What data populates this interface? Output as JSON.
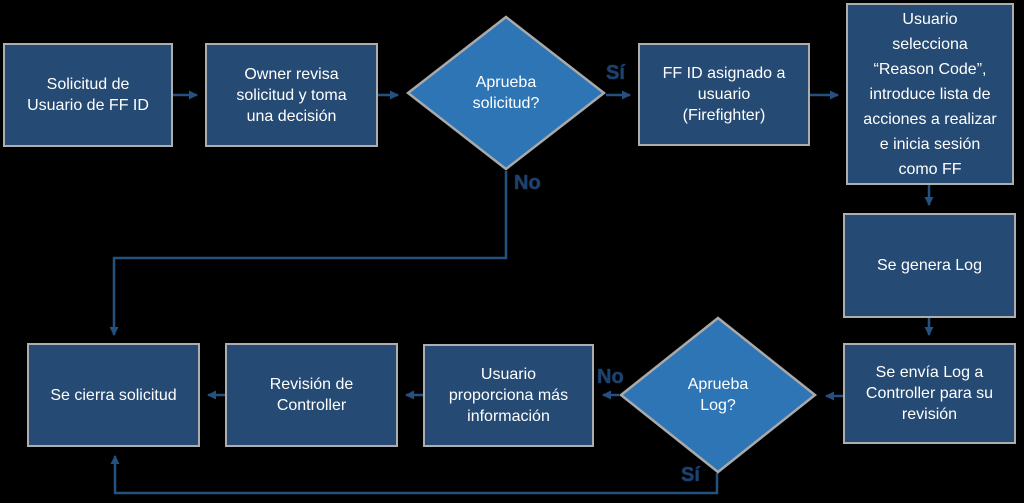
{
  "diagram": {
    "title": "FF ID request and approval flowchart",
    "background": "#000000",
    "colors": {
      "process_fill": "#254a73",
      "process_border": "#aeaeae",
      "decision_fill": "#2e75b6",
      "decision_border": "#a9a9a9",
      "arrow": "#24517f",
      "edge_label_text": "#1d4270",
      "node_text": "#ffffff"
    },
    "nodes": [
      {
        "id": "solicitud-usuario",
        "type": "process",
        "label": "Solicitud de\nUsuario de FF ID"
      },
      {
        "id": "owner-revisa",
        "type": "process",
        "label": "Owner revisa\nsolicitud y toma\nuna decisión"
      },
      {
        "id": "aprueba-solicitud",
        "type": "decision",
        "label": "Aprueba\nsolicitud?"
      },
      {
        "id": "ffid-asignado",
        "type": "process",
        "label": "FF ID asignado a\nusuario\n(Firefighter)"
      },
      {
        "id": "usuario-selecciona",
        "type": "process",
        "label": "Usuario\nselecciona\n“Reason Code”,\nintroduce lista de\nacciones a realizar\ne inicia sesión\ncomo FF"
      },
      {
        "id": "se-genera-log",
        "type": "process",
        "label": "Se genera Log"
      },
      {
        "id": "se-envia-log",
        "type": "process",
        "label": "Se envía Log a\nController para su\nrevisión"
      },
      {
        "id": "aprueba-log",
        "type": "decision",
        "label": "Aprueba\nLog?"
      },
      {
        "id": "usuario-proporciona",
        "type": "process",
        "label": "Usuario\nproporciona más\ninformación"
      },
      {
        "id": "revision-controller",
        "type": "process",
        "label": "Revisión de\nController"
      },
      {
        "id": "se-cierra-solicitud",
        "type": "process",
        "label": "Se cierra solicitud"
      }
    ],
    "edge_labels": {
      "si_solicitud": "Sí",
      "no_solicitud": "No",
      "no_log": "No",
      "si_log": "Sí"
    }
  }
}
